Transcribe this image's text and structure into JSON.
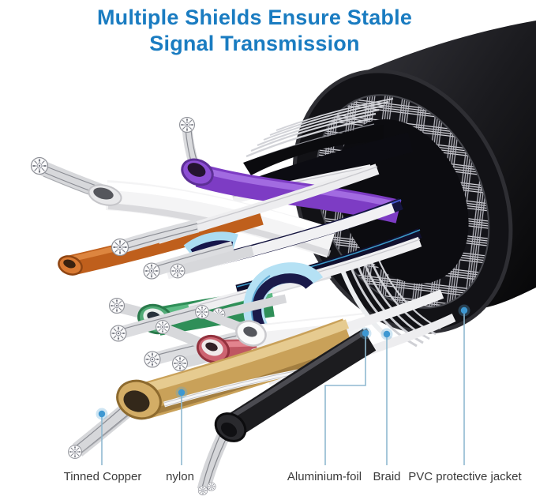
{
  "title": {
    "line1": "Multiple Shields Ensure Stable",
    "line2": "Signal Transmission"
  },
  "labels": [
    {
      "id": "tinned-copper",
      "text": "Tinned Copper"
    },
    {
      "id": "nylon",
      "text": "nylon"
    },
    {
      "id": "aluminium-foil",
      "text": "Aluminium-foil"
    },
    {
      "id": "braid",
      "text": "Braid"
    },
    {
      "id": "pvc-jacket",
      "text": "PVC protective jacket"
    }
  ],
  "colors": {
    "title": "#1a7cc1",
    "label_text": "#3a3a3a",
    "callout_line": "#8fb9d0",
    "callout_dot": "#3e98d2",
    "background": "#ffffff",
    "pvc_jacket": "#141418",
    "braid_silver": "#d8d8dd",
    "aluminium_foil": "#eceef0",
    "tinned_copper": "#d7d8db",
    "wire_white": "#f4f4f5",
    "wire_purple": "#7d3cc4",
    "wire_orange": "#bf5f1c",
    "wire_green": "#3e9e68",
    "wire_red": "#c4596a",
    "wire_tan": "#c9a159",
    "wire_black": "#1c1c1f",
    "foil_wrap_cyan": "#abdcf2",
    "nylon_fiber": "#f6f6f7"
  }
}
